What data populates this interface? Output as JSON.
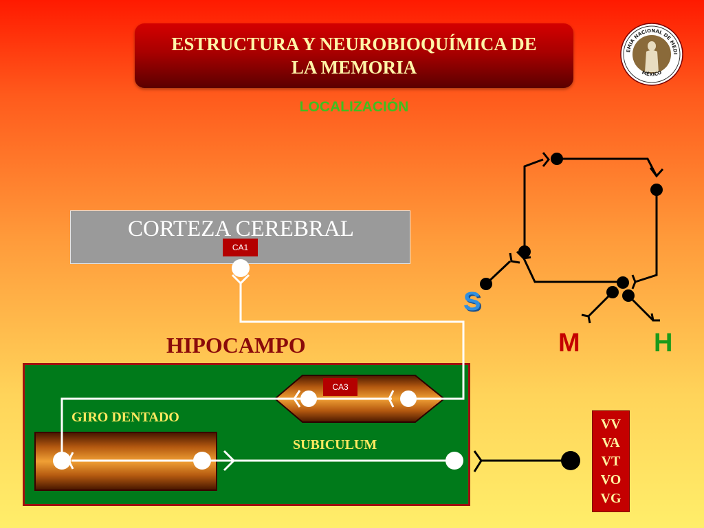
{
  "header": {
    "title": "ESTRUCTURA Y NEUROBIOQUÍMICA DE\nLA MEMORIA",
    "subtitle": "LOCALIZACIÓN"
  },
  "logo": {
    "text_top": "ACADEMIA NACIONAL DE MEDICINA",
    "text_bottom": "MÉXICO"
  },
  "diagram": {
    "cortex_label": "CORTEZA CEREBRAL",
    "ca1_label": "CA1",
    "hippocampus_label": "HIPOCAMPO",
    "ca3_label": "CA3",
    "dentate_gyrus_label": "GIRO DENTADO",
    "subiculum_label": "SUBICULUM",
    "letters": {
      "s": "S",
      "m": "M",
      "h": "H"
    },
    "outputs": [
      "VV",
      "VA",
      "VT",
      "VO",
      "VG"
    ]
  },
  "colors": {
    "title_text": "#fff6a8",
    "subtitle": "#3fbf1f",
    "letter_s": "#2f8fe0",
    "letter_m": "#c40000",
    "letter_h": "#1a9a1a",
    "hippocampus_box": "#007a1a"
  }
}
